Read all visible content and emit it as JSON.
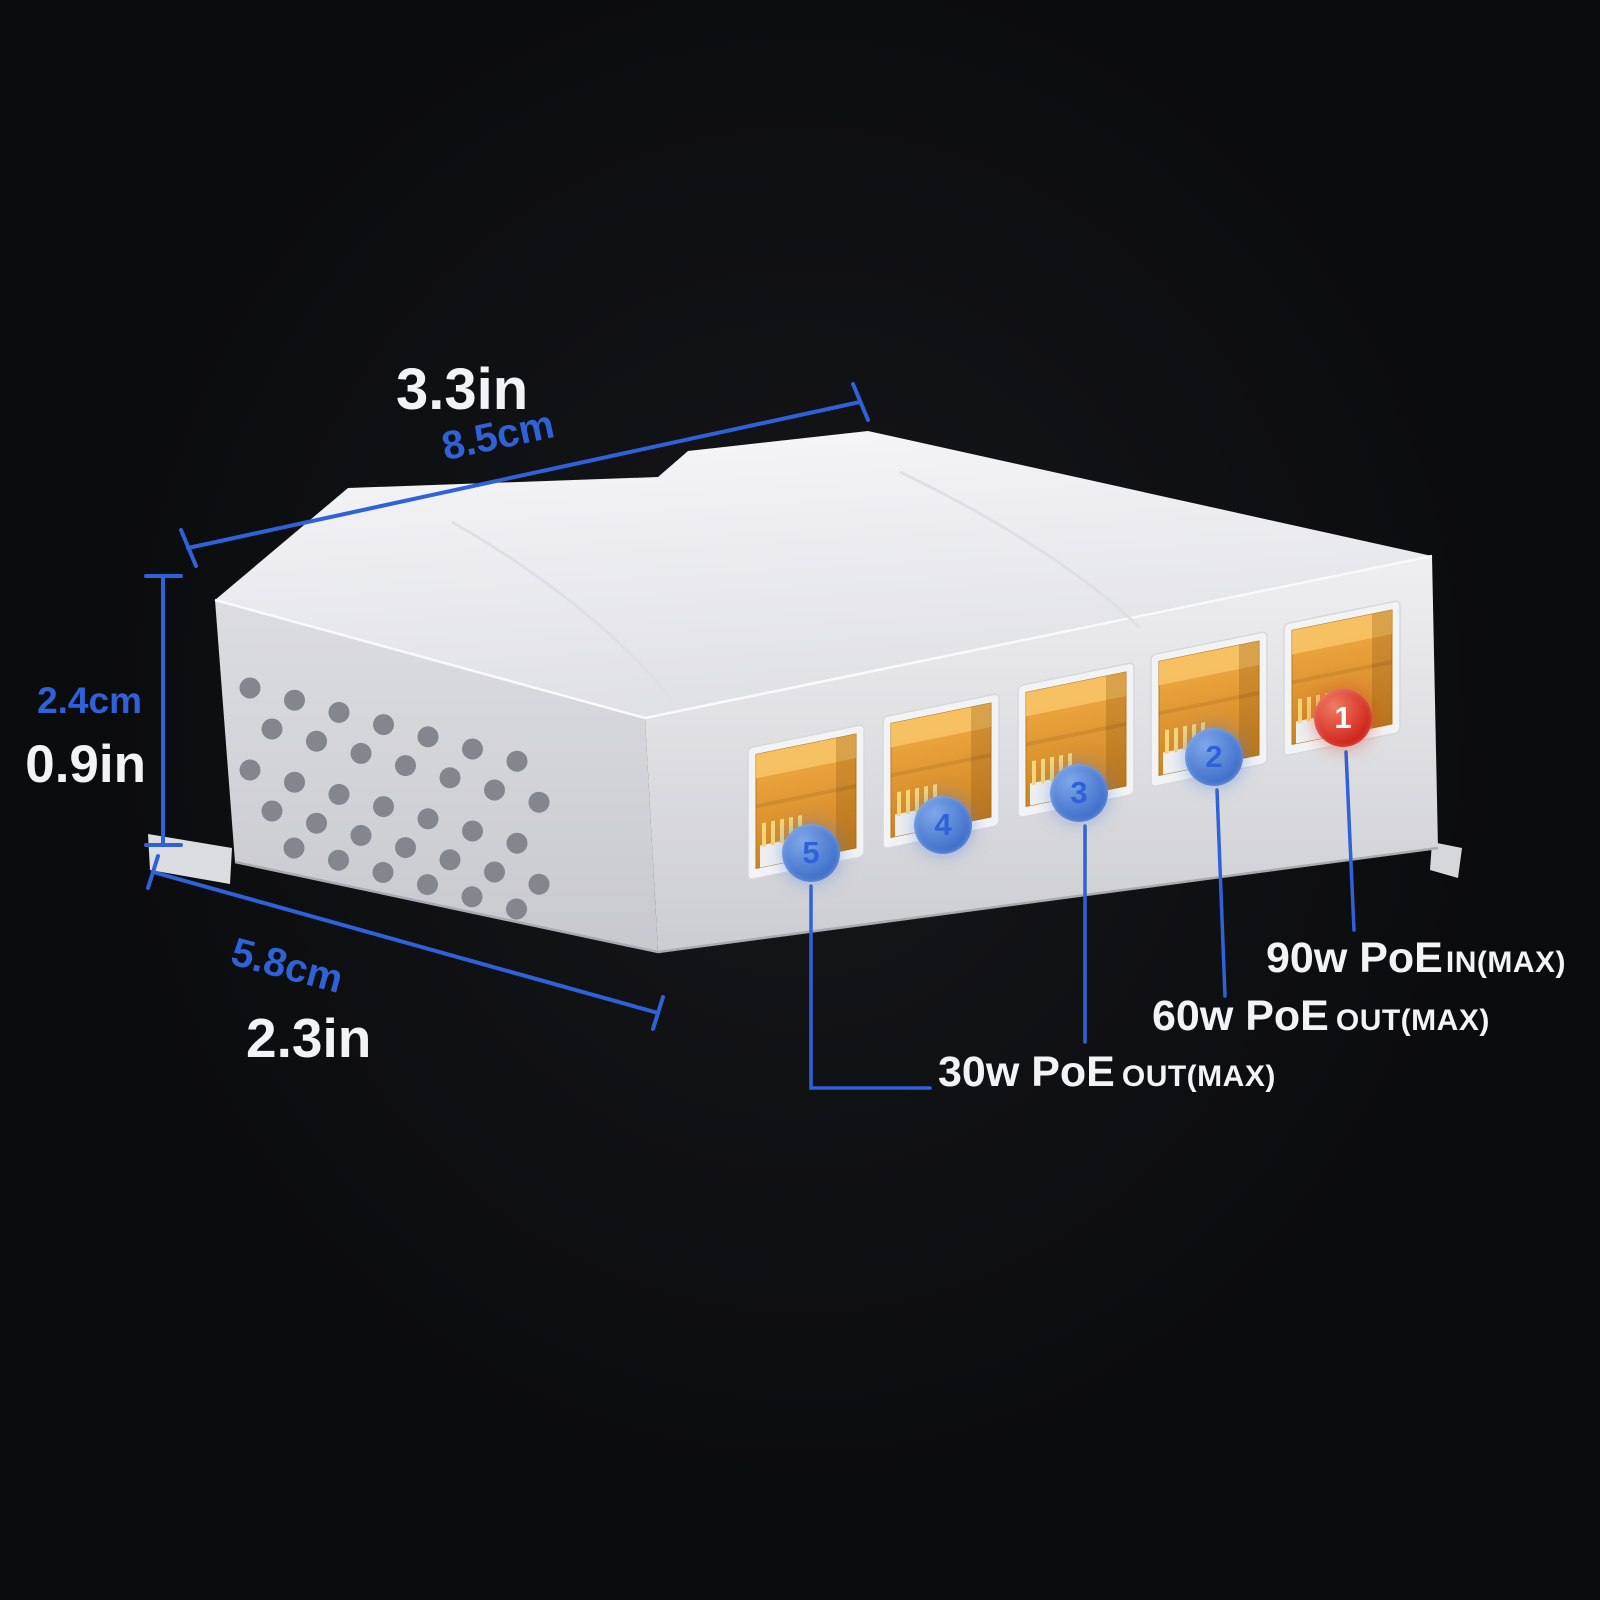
{
  "colors": {
    "background": "#0b0c0e",
    "annotation_blue": "#2f62d9",
    "label_white": "#f2f3f5",
    "port_orange": "#e9a53f",
    "badge_blue": "#4a7fd4",
    "badge_red": "#d63226",
    "device_body": "#e9eaee"
  },
  "dimensions": {
    "width_in": "3.3in",
    "width_cm": "8.5cm",
    "height_cm": "2.4cm",
    "height_in": "0.9in",
    "depth_cm": "5.8cm",
    "depth_in": "2.3in"
  },
  "ports": [
    {
      "number": "5",
      "role": "30w PoE OUT(MAX)"
    },
    {
      "number": "4",
      "role": "30w PoE OUT(MAX)"
    },
    {
      "number": "3",
      "role": "30w PoE OUT(MAX)"
    },
    {
      "number": "2",
      "role": "60w PoE OUT(MAX)"
    },
    {
      "number": "1",
      "role": "90w PoE IN(MAX)"
    }
  ],
  "callouts": {
    "poe_in": {
      "power": "90w PoE",
      "mode": "IN(MAX)"
    },
    "poe_out_60": {
      "power": "60w PoE",
      "mode": "OUT(MAX)"
    },
    "poe_out_30": {
      "power": "30w PoE",
      "mode": "OUT(MAX)"
    }
  }
}
